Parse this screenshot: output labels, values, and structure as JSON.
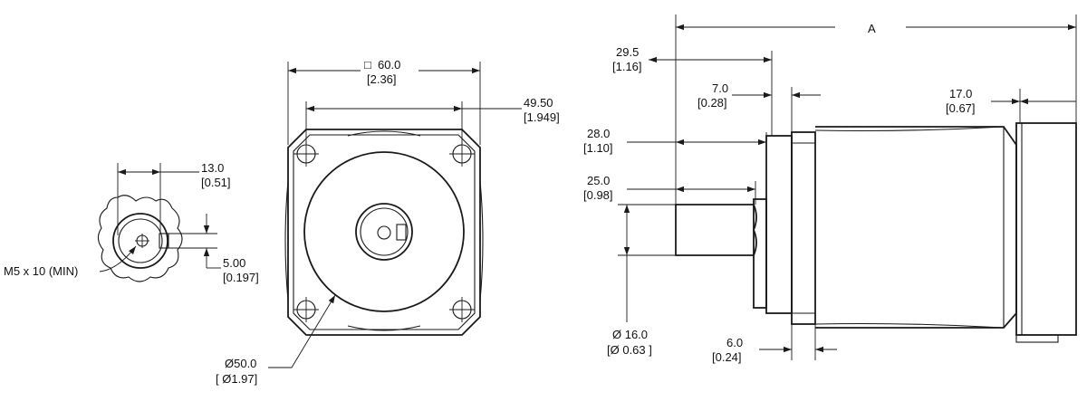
{
  "end_view": {
    "thread_label": "M5 x 10 (MIN)",
    "dim_width": "13.0",
    "dim_width_in": "[0.51]",
    "dim_key": "5.00",
    "dim_key_in": "[0.197]"
  },
  "front_view": {
    "square_glyph": "□",
    "dim_square": "60.0",
    "dim_square_in": "[2.36]",
    "dim_bolt": "49.50",
    "dim_bolt_in": "[1.949]",
    "dim_pilot": "Ø50.0",
    "dim_pilot_in": "[ Ø1.97]"
  },
  "side_view": {
    "dim_total": "A",
    "dim_shaft": "29.5",
    "dim_shaft_in": "[1.16]",
    "dim_pilot_len": "7.0",
    "dim_pilot_len_in": "[0.28]",
    "dim_key_len1": "28.0",
    "dim_key_len1_in": "[1.10]",
    "dim_key_len2": "25.0",
    "dim_key_len2_in": "[0.98]",
    "dim_dia": "Ø 16.0",
    "dim_dia_in": "[Ø 0.63  ]",
    "dim_flange": "6.0",
    "dim_flange_in": "[0.24]",
    "dim_cap": "17.0",
    "dim_cap_in": "[0.67]"
  }
}
